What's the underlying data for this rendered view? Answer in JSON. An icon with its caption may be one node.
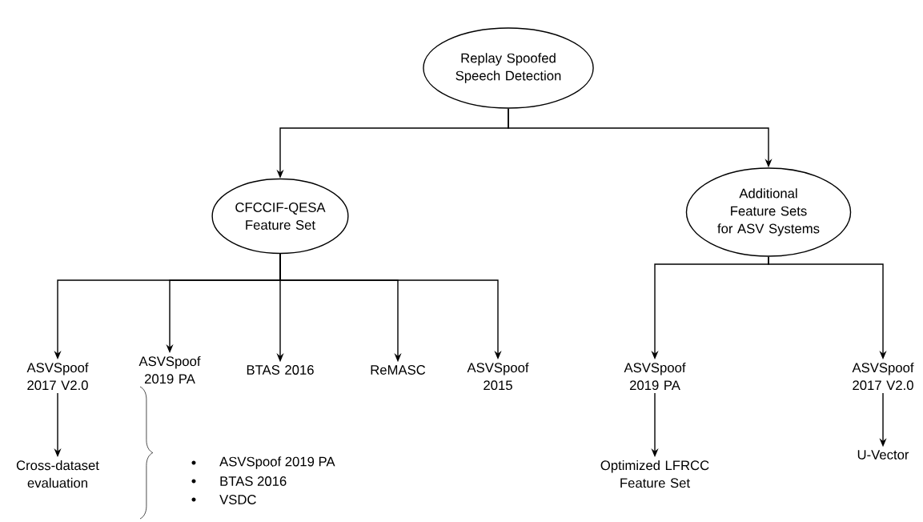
{
  "diagram": {
    "nodes": [
      {
        "text": [
          "Replay Spoofed Speech Detection"
        ]
      },
      {
        "text": [
          "CFCCIF-QESA Feature Set"
        ]
      },
      {
        "text": [
          "Additional Feature Sets for ASV Systems"
        ]
      },
      {
        "text": [
          "ASVSpoof 2017 V2.0"
        ]
      },
      {
        "text": [
          "ASVSpoof 2019 PA"
        ]
      },
      {
        "text": [
          "BTAS 2016"
        ]
      },
      {
        "text": [
          "ReMASC"
        ]
      },
      {
        "text": [
          "ASVSpoof 2015"
        ]
      },
      {
        "text": [
          "ASVSpoof 2019 PA"
        ]
      },
      {
        "text": [
          "ASVSpoof 2017 V2.0"
        ]
      },
      {
        "text": [
          "Cross-dataset evaluation"
        ]
      },
      {
        "text": [
          "Optimized LFRCC Feature Set"
        ]
      },
      {
        "text": [
          "U-Vector"
        ]
      }
    ],
    "edges": [
      {
        "from": 0,
        "to": 1,
        "arrow": "to"
      },
      {
        "from": 0,
        "to": 2,
        "arrow": "to"
      },
      {
        "from": 1,
        "to": 3,
        "arrow": "to"
      },
      {
        "from": 1,
        "to": 4,
        "arrow": "to"
      },
      {
        "from": 1,
        "to": 5,
        "arrow": "to"
      },
      {
        "from": 1,
        "to": 6,
        "arrow": "to"
      },
      {
        "from": 1,
        "to": 7,
        "arrow": "to"
      },
      {
        "from": 2,
        "to": 8,
        "arrow": "to"
      },
      {
        "from": 2,
        "to": 9,
        "arrow": "to"
      },
      {
        "from": 3,
        "to": 10,
        "arrow": "to"
      },
      {
        "from": 8,
        "to": 11,
        "arrow": "to"
      },
      {
        "from": 9,
        "to": 12,
        "arrow": "to"
      }
    ],
    "labels": [
      "ASVSpoof 2019 PA",
      "BTAS 2016",
      "VSDC"
    ]
  }
}
